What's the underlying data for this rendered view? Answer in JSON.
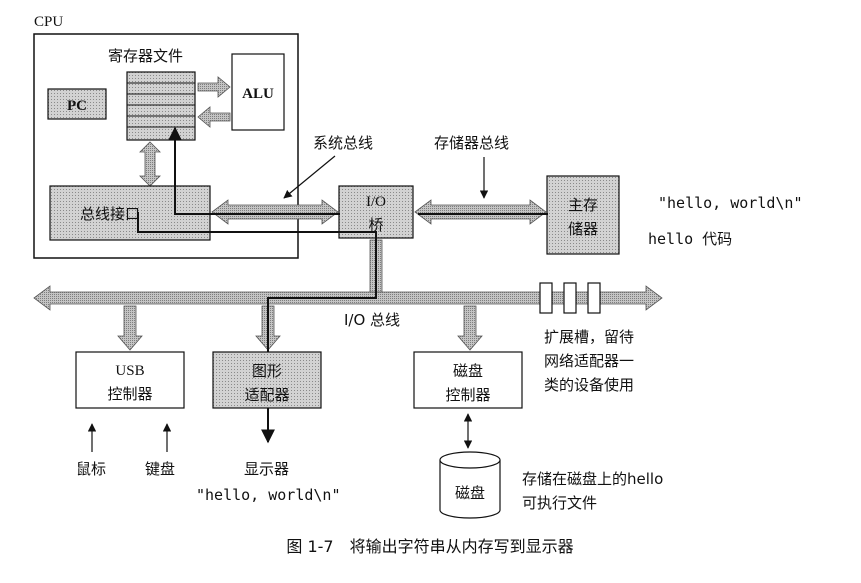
{
  "cpu": {
    "label": "CPU",
    "register_file": "寄存器文件",
    "pc": "PC",
    "alu": "ALU",
    "bus_interface": "总线接口"
  },
  "system_bus": "系统总线",
  "memory_bus": "存储器总线",
  "io_bridge": {
    "line1": "I/O",
    "line2": "桥"
  },
  "main_memory": {
    "line1": "主存",
    "line2": "储器"
  },
  "memory_string": "\"hello, world\\n\"",
  "memory_code": "hello 代码",
  "io_bus": "I/O 总线",
  "expansion": {
    "line1": "扩展槽，留待",
    "line2": "网络适配器一",
    "line3": "类的设备使用"
  },
  "usb": {
    "line1": "USB",
    "line2": "控制器"
  },
  "graphics": {
    "line1": "图形",
    "line2": "适配器"
  },
  "disk_ctrl": {
    "line1": "磁盘",
    "line2": "控制器"
  },
  "mouse": "鼠标",
  "keyboard": "键盘",
  "display": "显示器",
  "display_string": "\"hello, world\\n\"",
  "disk": "磁盘",
  "disk_note": {
    "line1": "存储在磁盘上的hello",
    "line2": "可执行文件"
  },
  "caption": "图 1-7　将输出字符串从内存写到显示器",
  "colors": {
    "shade": "#c9c9c9",
    "bus": "#bdbdbd",
    "line": "#111111"
  }
}
